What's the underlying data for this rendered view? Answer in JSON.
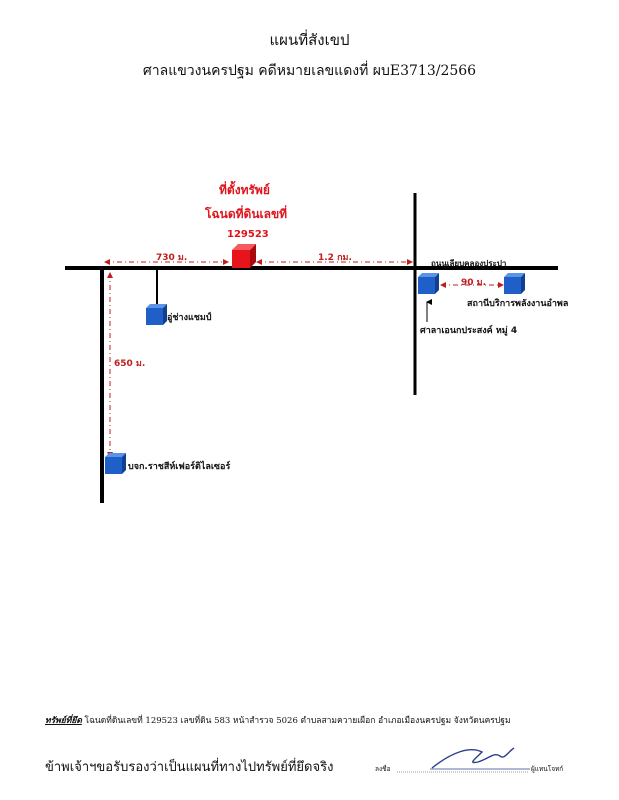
{
  "header": {
    "title": "แผนที่สังเขป",
    "subtitle": "ศาลแขวงนครปฐม คดีหมายเลขแดงที่ ผบE3713/2566"
  },
  "map": {
    "property_title_line1": "ที่ตั้งทรัพย์",
    "property_title_line2": "โฉนดที่ดินเลขที่",
    "deed_number": "129523",
    "dist_left": "730 ม.",
    "dist_right": "1.2 กม.",
    "dist_vertical": "650 ม.",
    "dist_gas": "90 ม.",
    "road_name": "ถนนเลียบคลองประปา",
    "landmark_garage": "อู่ช่างแชมป์",
    "landmark_company": "บจก.ราชสีห์เฟอร์ติไลเซอร์",
    "landmark_pavilion": "ศาลาเอนกประสงค์ หมู่ 4",
    "landmark_gas": "สถานีบริการพลังงานอำพล",
    "colors": {
      "property": "#e8141c",
      "landmark": "#1f5fc8",
      "road": "#000000",
      "distance": "#c21d1d"
    }
  },
  "footer": {
    "asset_label": "ทรัพย์ที่ยึด",
    "asset_text": " โฉนดที่ดินเลขที่ 129523 เลขที่ดิน 583 หน้าสำรวจ 5026 ตำบลสามควายเผือก อำเภอเมืองนครปฐม จังหวัดนครปฐม",
    "certify_text": "ข้าพเจ้าฯขอรับรองว่าเป็นแผนที่ทางไปทรัพย์ที่ยึดจริง",
    "sign_prefix": "ลงชื่อ",
    "sign_suffix": "ผู้แทนโจทก์"
  }
}
